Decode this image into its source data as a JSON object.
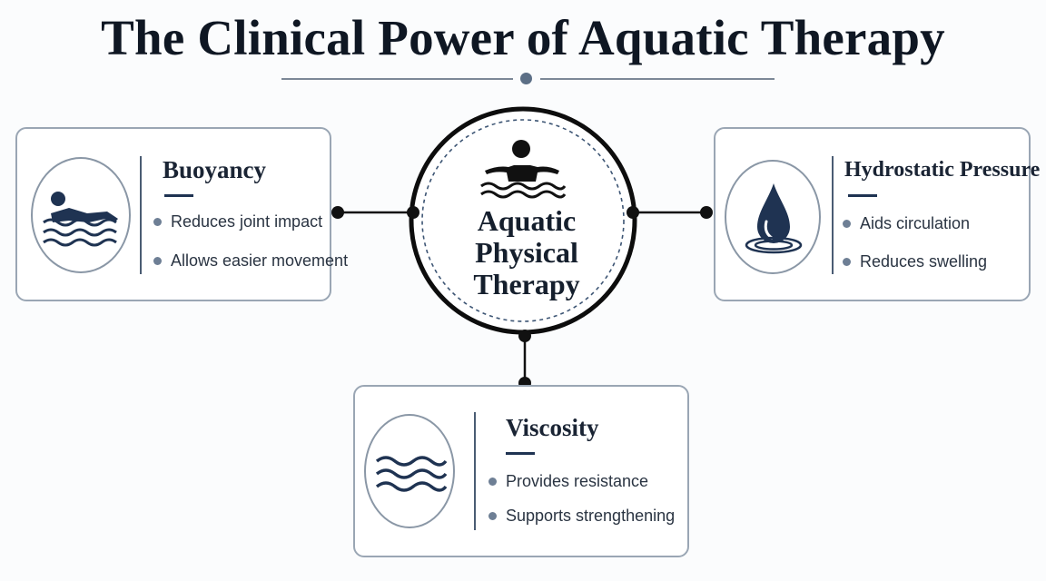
{
  "title": "The Clinical Power of Aquatic Therapy",
  "hub": {
    "lines": [
      "Aquatic",
      "Physical",
      "Therapy"
    ],
    "icon": "swimmer-icon"
  },
  "cards": {
    "buoyancy": {
      "title": "Buoyancy",
      "icon": "floating-person-icon",
      "bullets": [
        "Reduces joint impact",
        "Allows easier movement"
      ]
    },
    "hydrostatic": {
      "title": "Hydrostatic Pressure",
      "icon": "water-drop-icon",
      "bullets": [
        "Aids circulation",
        "Reduces swelling"
      ]
    },
    "viscosity": {
      "title": "Viscosity",
      "icon": "waves-icon",
      "bullets": [
        "Provides resistance",
        "Supports strengthening"
      ]
    }
  },
  "colors": {
    "accent": "#1f3352",
    "border": "#9aa6b4",
    "text": "#1b2533"
  }
}
